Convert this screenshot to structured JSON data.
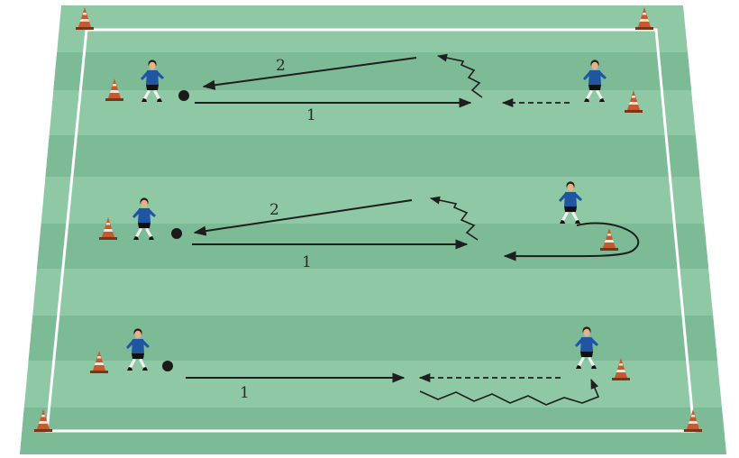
{
  "colors": {
    "pitch_light": "#8ec8a4",
    "pitch_dark": "#7dbb96",
    "lines": "#ffffff",
    "arrow": "#1e1e1e",
    "cone": "#c65a2e",
    "shirt": "#1f55a3",
    "ball": "#1a1a1a"
  },
  "rows": [
    {
      "pass_label": "1",
      "return_label": "2"
    },
    {
      "pass_label": "1",
      "return_label": "2"
    },
    {
      "pass_label": "1"
    }
  ]
}
